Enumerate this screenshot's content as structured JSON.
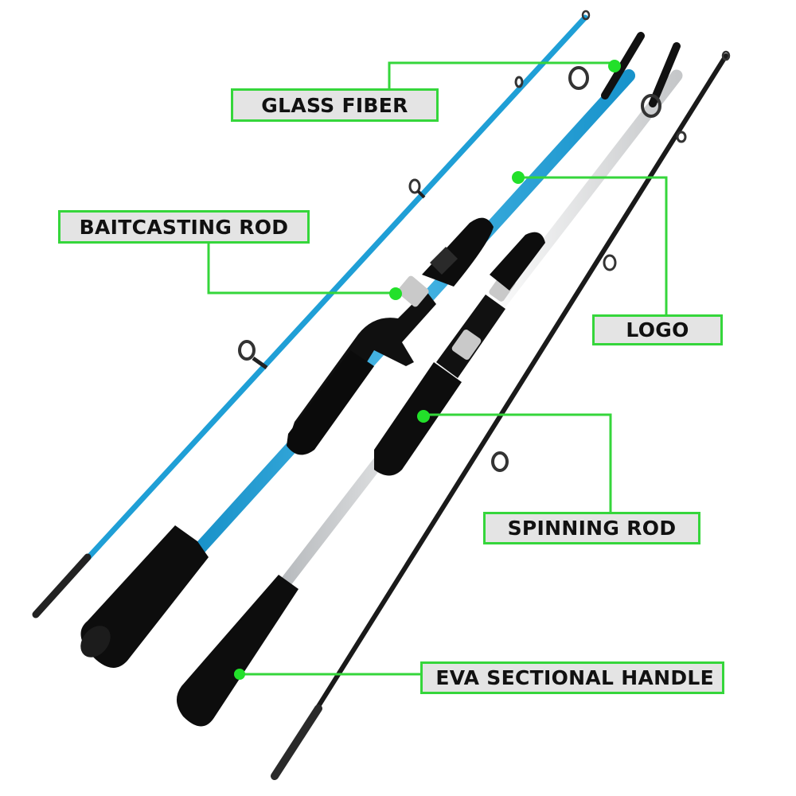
{
  "image": {
    "subject": "fishing-rod-product-feature-diagram",
    "background": "#ffffff"
  },
  "theme": {
    "accent_green": "#35d63b",
    "label_bg": "#e4e4e4",
    "label_text": "#111111",
    "blue_rod": "#2fb0e0",
    "white_rod": "#e6e8ea",
    "black_rod": "#1a1a1a",
    "eva_foam": "#0d0d0d"
  },
  "callouts": [
    {
      "id": "glass-fiber",
      "label": "GLASS FIBER"
    },
    {
      "id": "baitcasting-rod",
      "label": "BAITCASTING ROD"
    },
    {
      "id": "logo",
      "label": "LOGO"
    },
    {
      "id": "spinning-rod",
      "label": "SPINNING ROD"
    },
    {
      "id": "eva-sectional-handle",
      "label": "EVA SECTIONAL HANDLE"
    }
  ],
  "rods": [
    {
      "name": "baitcasting-rod-tip-section",
      "color": "blue"
    },
    {
      "name": "baitcasting-rod-butt-section",
      "color": "blue"
    },
    {
      "name": "spinning-rod-butt-section",
      "color": "white"
    },
    {
      "name": "spinning-rod-tip-section",
      "color": "black"
    }
  ]
}
